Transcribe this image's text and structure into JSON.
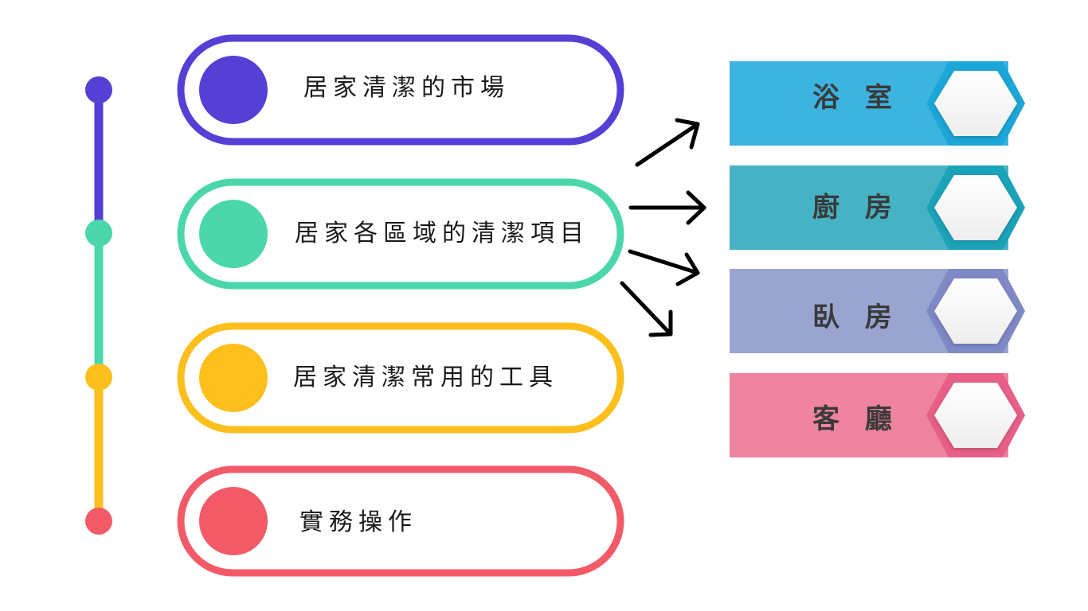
{
  "steps": [
    {
      "label": "居家清潔的市場",
      "color": "#5540d6"
    },
    {
      "label": "居家各區域的清潔項目",
      "color": "#4bd6ac"
    },
    {
      "label": "居家清潔常用的工具",
      "color": "#fdbf1c"
    },
    {
      "label": "實務操作",
      "color": "#f35a68"
    }
  ],
  "rooms": [
    {
      "label": "浴 室",
      "color": "#3db3e0",
      "hex_color": "#1ca7d8"
    },
    {
      "label": "廚 房",
      "color": "#46b3c4",
      "hex_color": "#1ba3b9"
    },
    {
      "label": "臥 房",
      "color": "#99a4d0",
      "hex_color": "#7f89c6"
    },
    {
      "label": "客 廳",
      "color": "#ee849f",
      "hex_color": "#e85f87"
    }
  ],
  "arrow_color": "#000000"
}
